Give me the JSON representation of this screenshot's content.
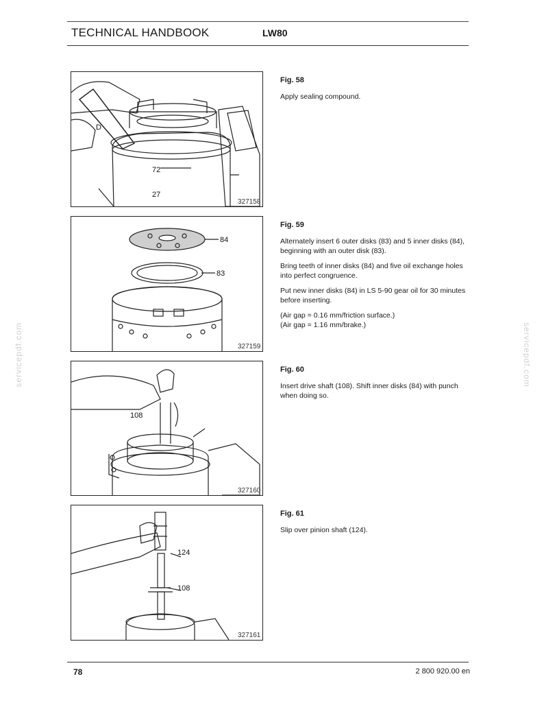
{
  "header": {
    "title": "TECHNICAL HANDBOOK",
    "model": "LW80"
  },
  "watermark": "servicepdf.com",
  "figures": [
    {
      "title": "Fig. 58",
      "paragraphs": [
        "Apply sealing compound."
      ],
      "labels": [
        "D",
        "72",
        "27"
      ],
      "image_number": "327158"
    },
    {
      "title": "Fig. 59",
      "paragraphs": [
        "Alternately insert 6 outer disks (83) and 5 inner disks (84), beginning with an outer disk (83).",
        "Bring teeth of inner disks (84) and five oil exchange holes into perfect congruence.",
        "Put new inner disks (84) in LS 5-90 gear oil for 30 minutes before inserting.",
        "(Air gap = 0.16 mm/friction surface.)",
        "(Air gap = 1.16 mm/brake.)"
      ],
      "labels": [
        "84",
        "83"
      ],
      "image_number": "327159"
    },
    {
      "title": "Fig. 60",
      "paragraphs": [
        "Insert drive shaft (108). Shift inner disks (84) with punch when doing so."
      ],
      "labels": [
        "108"
      ],
      "image_number": "327160"
    },
    {
      "title": "Fig. 61",
      "paragraphs": [
        "Slip over pinion shaft (124)."
      ],
      "labels": [
        "124",
        "108"
      ],
      "image_number": "327161"
    }
  ],
  "footer": {
    "page": "78",
    "doc_number": "2 800 920.00 en"
  }
}
